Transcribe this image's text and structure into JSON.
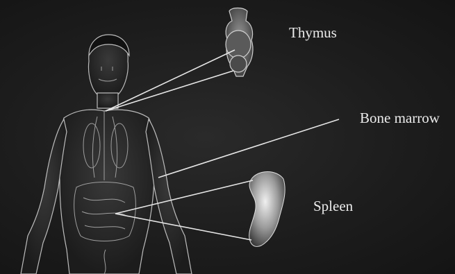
{
  "labels": {
    "thymus": "Thymus",
    "bone_marrow": "Bone marrow",
    "spleen": "Spleen"
  },
  "colors": {
    "background": "#1d1d1d",
    "label_text": "#ececec",
    "leader_line": "#e6e6e6",
    "anatomy_stroke": "#bdbdbd"
  }
}
